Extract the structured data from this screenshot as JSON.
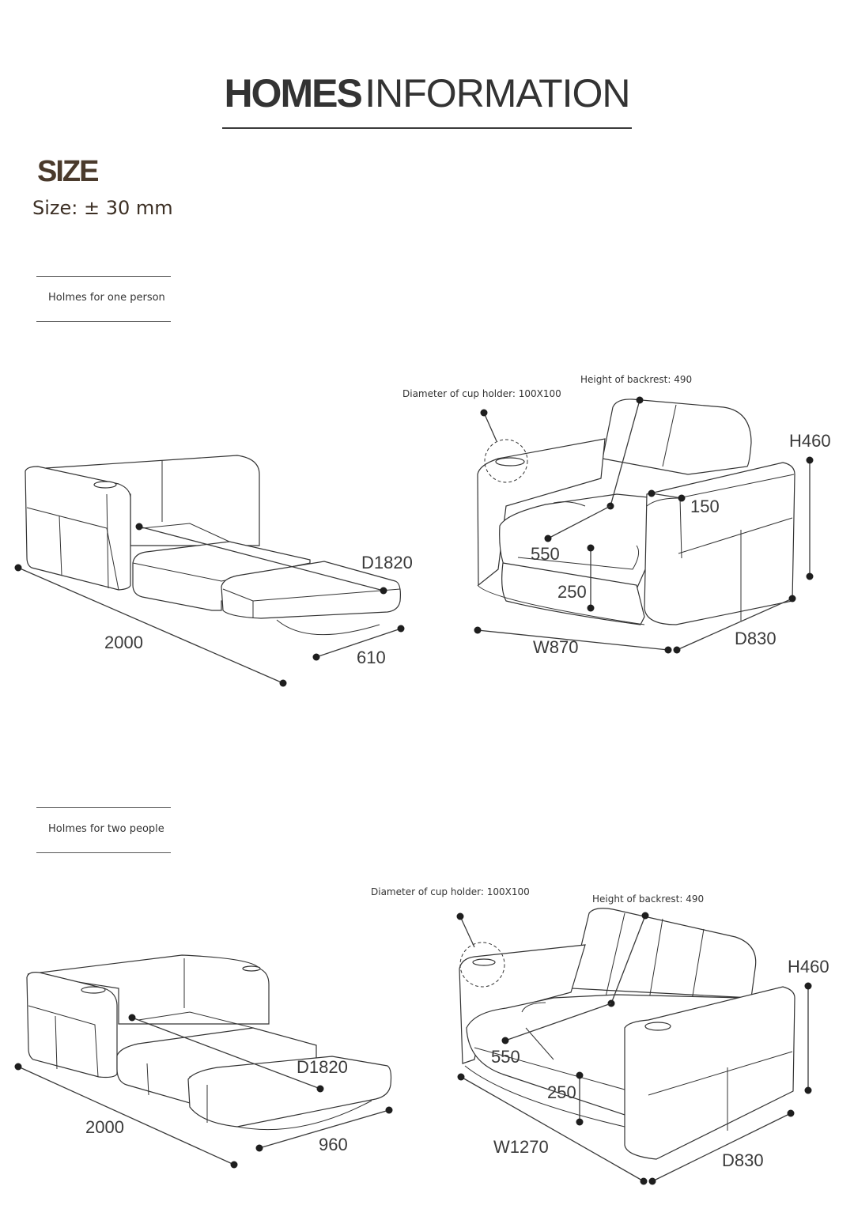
{
  "header": {
    "title_bold": "HOMES",
    "title_light": "INFORMATION"
  },
  "size": {
    "heading": "SIZE",
    "tolerance": "Size: ± 30 mm"
  },
  "one_person": {
    "section_label": "Holmes for one person",
    "bed": {
      "length": "2000",
      "depth": "D1820",
      "width": "610"
    },
    "sofa": {
      "cup_holder": "Diameter of cup holder: 100X100",
      "backrest": "Height of backrest: 490",
      "height": "H460",
      "arm": "150",
      "seat_depth": "550",
      "seat_height": "250",
      "width": "W870",
      "depth": "D830"
    }
  },
  "two_people": {
    "section_label": "Holmes for two people",
    "bed": {
      "length": "2000",
      "depth": "D1820",
      "width": "960"
    },
    "sofa": {
      "cup_holder": "Diameter of cup holder: 100X100",
      "backrest": "Height of backrest: 490",
      "height": "H460",
      "seat_depth": "550",
      "seat_height": "250",
      "width": "W1270",
      "depth": "D830"
    }
  }
}
